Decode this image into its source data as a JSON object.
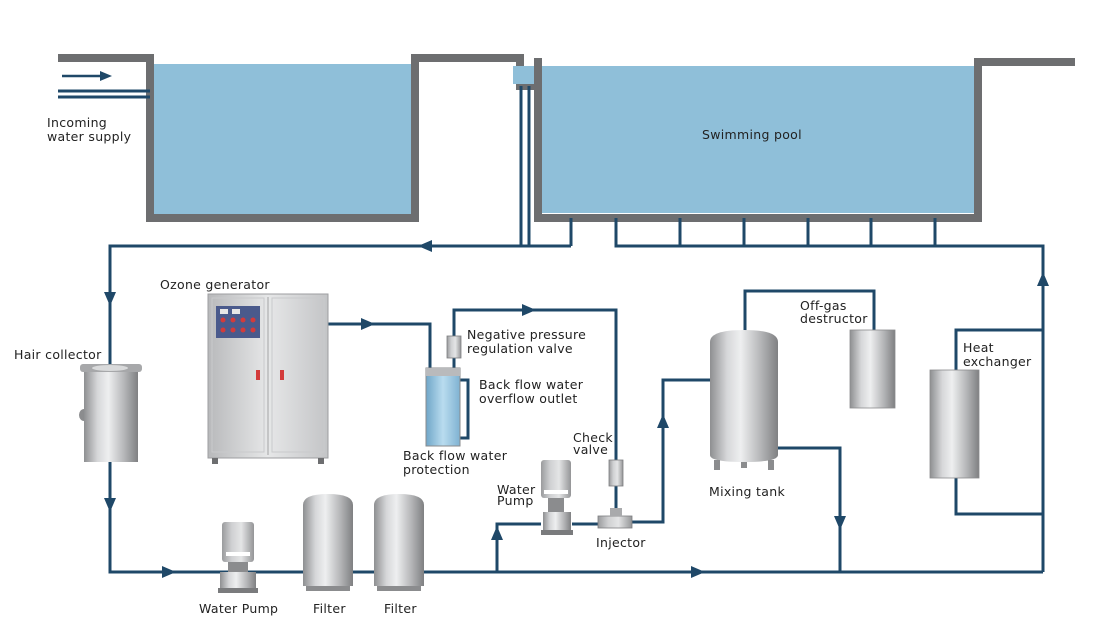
{
  "colors": {
    "pipe": "#1f4868",
    "water": "#8fbfd9",
    "wall": "#6d6e70",
    "equipment_light": "#e3e4e5",
    "equipment_mid": "#b5b6b8",
    "equipment_dark": "#8b8c8e",
    "label": "#222222"
  },
  "labels": {
    "incoming_water_supply": [
      "Incoming",
      "water supply"
    ],
    "swimming_pool": "Swimming pool",
    "hair_collector": "Hair collector",
    "ozone_generator": "Ozone generator",
    "negative_pressure_valve": [
      "Negative pressure",
      "regulation valve"
    ],
    "back_flow_overflow_outlet": [
      "Back flow water",
      "overflow outlet"
    ],
    "back_flow_protection": [
      "Back flow water",
      "protection"
    ],
    "check_valve": [
      "Check",
      "valve"
    ],
    "water_pump_small": [
      "Water",
      "Pump"
    ],
    "injector": "Injector",
    "mixing_tank": "Mixing tank",
    "off_gas_destructor": [
      "Off-gas",
      "destructor"
    ],
    "heat_exchanger": [
      "Heat",
      "exchanger"
    ],
    "water_pump_main": "Water Pump",
    "filter_1": "Filter",
    "filter_2": "Filter"
  },
  "icons": [
    "arrow-icon",
    "pump-icon",
    "tank-icon",
    "valve-icon",
    "control-panel-icon"
  ]
}
